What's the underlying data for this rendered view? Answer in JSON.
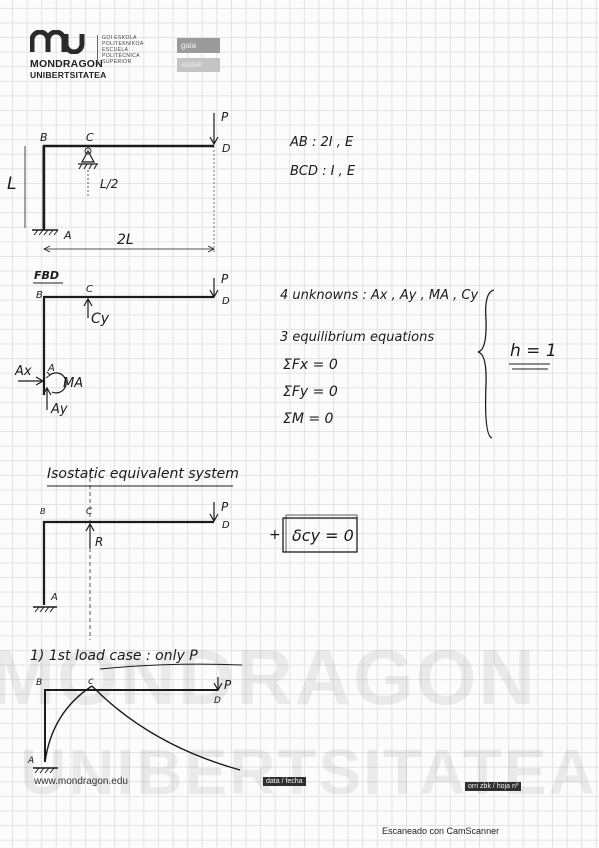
{
  "header": {
    "logo_line1": "MONDRAGON",
    "logo_line2": "UNIBERTSITATEA",
    "logo_tagline": [
      "GOI ESKOLA",
      "POLITEKNIKOA",
      "ESCUELA",
      "POLITÉCNICA",
      "SUPERIOR"
    ],
    "field_top": "gaia",
    "field_bottom": "atalak"
  },
  "section1": {
    "labels": {
      "B": "B",
      "C": "C",
      "D": "D",
      "A": "A",
      "P": "P",
      "L": "L",
      "half": "L/2",
      "span": "2L"
    },
    "props": [
      "AB : 2I , E",
      "BCD : I , E"
    ]
  },
  "fbd": {
    "title": "FBD",
    "labels": {
      "B": "B",
      "C": "C",
      "D": "D",
      "A": "A",
      "P": "P",
      "Cy": "Cy",
      "Ax": "Ax",
      "Ay": "Ay",
      "MA": "MA"
    },
    "unknowns": "4 unknowns : Ax , Ay , MA , Cy",
    "equations_title": "3 equilibrium equations",
    "equations": [
      "ΣFx = 0",
      "ΣFy = 0",
      "ΣM = 0"
    ],
    "result": "h = 1"
  },
  "isostatic": {
    "title": "Isostatic equivalent system",
    "labels": {
      "B": "B",
      "C": "C",
      "D": "D",
      "A": "A",
      "P": "P",
      "R": "R"
    },
    "condition": "δcy = 0",
    "plus": "+"
  },
  "loadcase": {
    "title": "1) 1st load case : only P",
    "labels": {
      "B": "B",
      "C": "c",
      "D": "D",
      "A": "A",
      "P": "P"
    }
  },
  "watermark": {
    "line1": "MONDRAGON",
    "line2": "UNIBERTSITATEA"
  },
  "footer": {
    "website": "www.mondragon.edu",
    "data_tag": "data / fecha",
    "page_tag": "orri zbk / hoja nº",
    "scanner": "Escaneado con CamScanner"
  }
}
